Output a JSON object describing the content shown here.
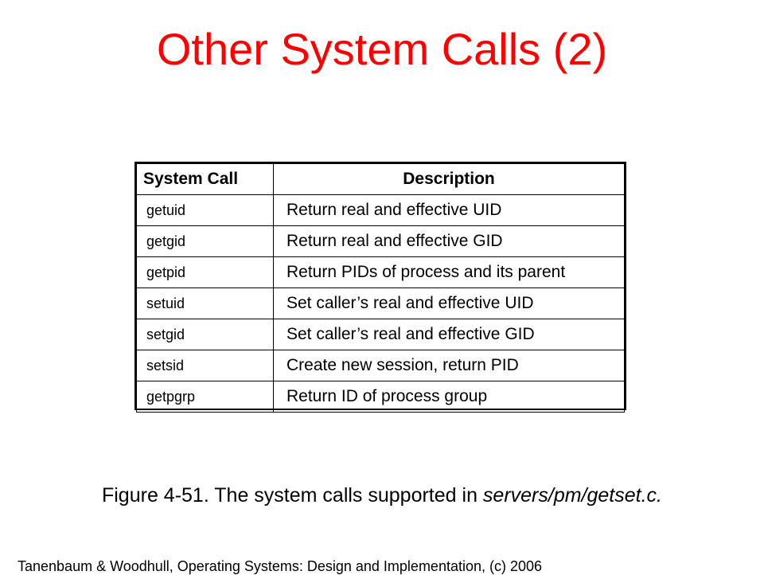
{
  "slide": {
    "title": "Other System Calls (2)"
  },
  "table": {
    "headers": {
      "system_call": "System Call",
      "description": "Description"
    },
    "rows": [
      {
        "call": "getuid",
        "description": "Return real and effective UID"
      },
      {
        "call": "getgid",
        "description": "Return real and effective GID"
      },
      {
        "call": "getpid",
        "description": "Return PIDs of process and its parent"
      },
      {
        "call": "setuid",
        "description": "Set caller’s real and effective UID"
      },
      {
        "call": "setgid",
        "description": "Set caller’s real and effective GID"
      },
      {
        "call": "setsid",
        "description": "Create new session, return PID"
      },
      {
        "call": "getpgrp",
        "description": "Return ID of process group"
      }
    ]
  },
  "caption": {
    "prefix": "Figure 4-51.  The system calls supported in ",
    "path": "servers/pm/getset.c."
  },
  "footer": {
    "text": "Tanenbaum & Woodhull, Operating Systems: Design and Implementation, (c) 2006"
  },
  "colors": {
    "title": "#ff0000",
    "text": "#000000",
    "background": "#ffffff"
  }
}
